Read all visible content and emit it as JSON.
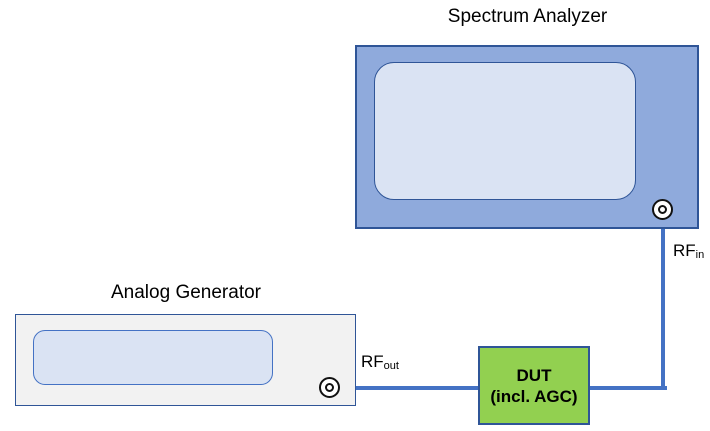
{
  "diagram": {
    "spectrum_analyzer": {
      "title": "Spectrum Analyzer"
    },
    "analog_generator": {
      "title": "Analog Generator"
    },
    "dut": {
      "line1": "DUT",
      "line2": "(incl. AGC)"
    },
    "labels": {
      "rf_in": {
        "text": "RF",
        "sub": "in"
      },
      "rf_out": {
        "text": "RF",
        "sub": "out"
      }
    },
    "colors": {
      "analyzer_fill": "#8FAADC",
      "analyzer_border": "#2F5597",
      "screen_fill": "#DAE3F3",
      "generator_fill": "#F2F2F2",
      "generator_border": "#2F5597",
      "dut_fill": "#92D050",
      "dut_border": "#2F5597",
      "cable": "#4472C4",
      "text": "#000000"
    }
  }
}
